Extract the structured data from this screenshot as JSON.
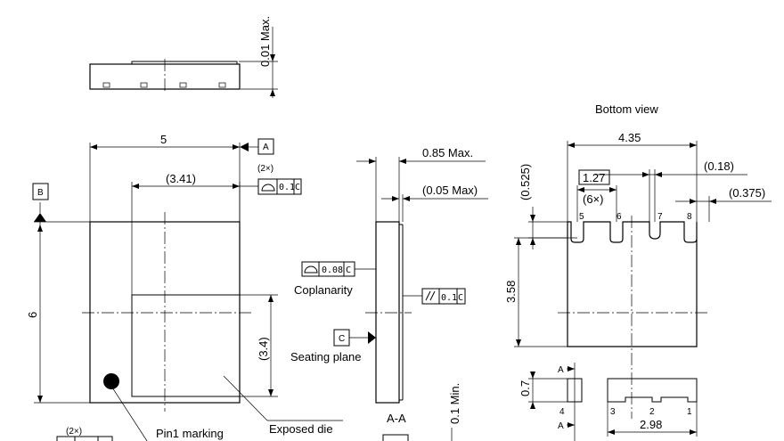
{
  "dims": {
    "height_max": "0.01 Max.",
    "width": "5",
    "pad_width": "(3.41)",
    "length": "6",
    "pad_length": "(3.4)",
    "thickness_max": "0.85 Max.",
    "standoff": "(0.05 Max)",
    "min_gap": "0.1 Min.",
    "bottom_width": "4.35",
    "lead_offset": "(0.525)",
    "pitch": "1.27",
    "pitch_count": "(6×)",
    "lead_w": "(0.18)",
    "lead_edge": "(0.375)",
    "bottom_len": "3.58",
    "lead_len": "0.7",
    "pad_span": "2.98"
  },
  "labels": {
    "bottom_view": "Bottom view",
    "coplanarity": "Coplanarity",
    "seating_plane": "Seating plane",
    "section": "A-A",
    "pin1": "Pin1 marking",
    "exposed_die": "Exposed die",
    "count_2x": "(2×)",
    "count_2x_b": "(2×)",
    "section_mark": "A",
    "section_mark_b": "A"
  },
  "datums": {
    "a": "A",
    "b": "B",
    "c": "C"
  },
  "tolerances": {
    "profile": "0.1",
    "profile_datum": "C",
    "coplanarity": "0.08",
    "coplanarity_datum": "C",
    "parallel": "0.1",
    "parallel_datum": "C"
  },
  "pins_top": [
    "5",
    "6",
    "7",
    "8"
  ],
  "pins_bottom": [
    "4",
    "3",
    "2",
    "1"
  ]
}
